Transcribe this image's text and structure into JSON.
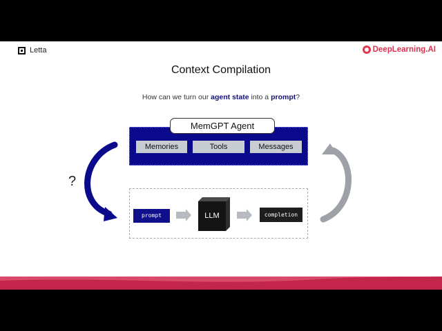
{
  "header": {
    "brand_left": "Letta",
    "brand_right": "DeepLearning.AI"
  },
  "slide": {
    "title": "Context Compilation",
    "subtitle_prefix": "How can we turn our ",
    "subtitle_strong1": "agent state",
    "subtitle_mid": " into a ",
    "subtitle_strong2": "prompt",
    "subtitle_suffix": "?"
  },
  "agent": {
    "label": "MemGPT Agent",
    "chips": [
      "Memories",
      "Tools",
      "Messages"
    ]
  },
  "pipeline": {
    "prompt": "prompt",
    "llm": "LLM",
    "completion": "completion"
  },
  "question_mark": "?",
  "colors": {
    "navy": "#0c0a8c",
    "accent_red": "#d8304d",
    "band_pink": "#d94a6a",
    "grey_arrow": "#9ea2a8"
  }
}
